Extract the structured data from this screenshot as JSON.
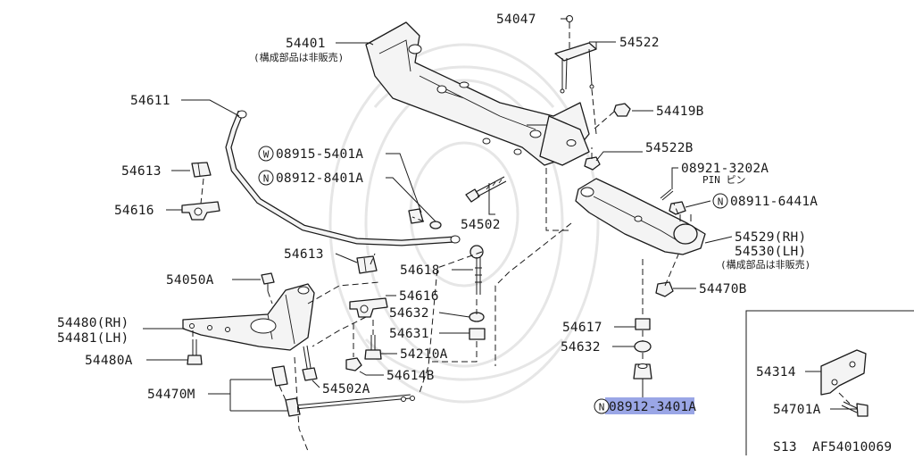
{
  "diagram": {
    "parts": {
      "p54047": "54047",
      "p54522": "54522",
      "p54401": "54401",
      "p54401_note": "(構成部品は非販売)",
      "p54611": "54611",
      "p54419B": "54419B",
      "p54522B": "54522B",
      "p08921": "08921-3202A",
      "p08921_sub": "PIN ピン",
      "p54613a": "54613",
      "w08915": "08915-5401A",
      "w08915_prefix": "W",
      "n08912_8401": "08912-8401A",
      "n08912_8401_prefix": "N",
      "n08911": "08911-6441A",
      "n08911_prefix": "N",
      "p54616a": "54616",
      "p54502": "54502",
      "p54529": "54529(RH)",
      "p54530": "54530(LH)",
      "p54530_note": "(構成部品は非販売)",
      "p54613b": "54613",
      "p54618": "54618",
      "p54050A": "54050A",
      "p54616b": "54616",
      "p54470B": "54470B",
      "p54480": "54480(RH)",
      "p54481": "54481(LH)",
      "p54632a": "54632",
      "p54631": "54631",
      "p54617": "54617",
      "p54210A": "54210A",
      "p54632b": "54632",
      "p54480A": "54480A",
      "p54614B": "54614B",
      "p54470M": "54470M",
      "p54502A": "54502A",
      "n08912_3401": "08912-3401A",
      "n08912_3401_prefix": "N",
      "p54314": "54314",
      "p54701A": "54701A"
    },
    "footer": {
      "model": "S13",
      "code": "AF54010069"
    },
    "highlight_color": "#9aa6e6"
  }
}
